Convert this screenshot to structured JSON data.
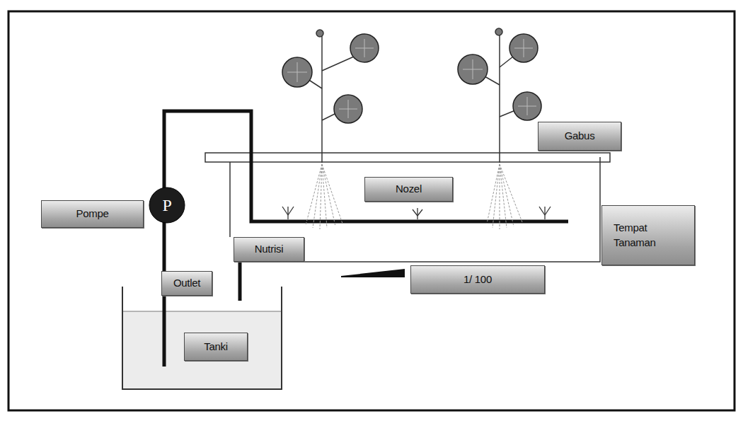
{
  "diagram": {
    "nodes": [
      {
        "text": [
          "Gabus"
        ]
      },
      {
        "text": [
          "Nozel"
        ]
      },
      {
        "text": [
          "P"
        ]
      },
      {
        "text": [
          "Pompe"
        ]
      },
      {
        "text": [
          "Tempat Tanaman"
        ]
      },
      {
        "text": [
          "Nutrisi"
        ]
      },
      {
        "text": [
          "1/ 100"
        ]
      },
      {
        "text": [
          "Outlet"
        ]
      },
      {
        "text": [
          "Tanki"
        ]
      }
    ]
  }
}
